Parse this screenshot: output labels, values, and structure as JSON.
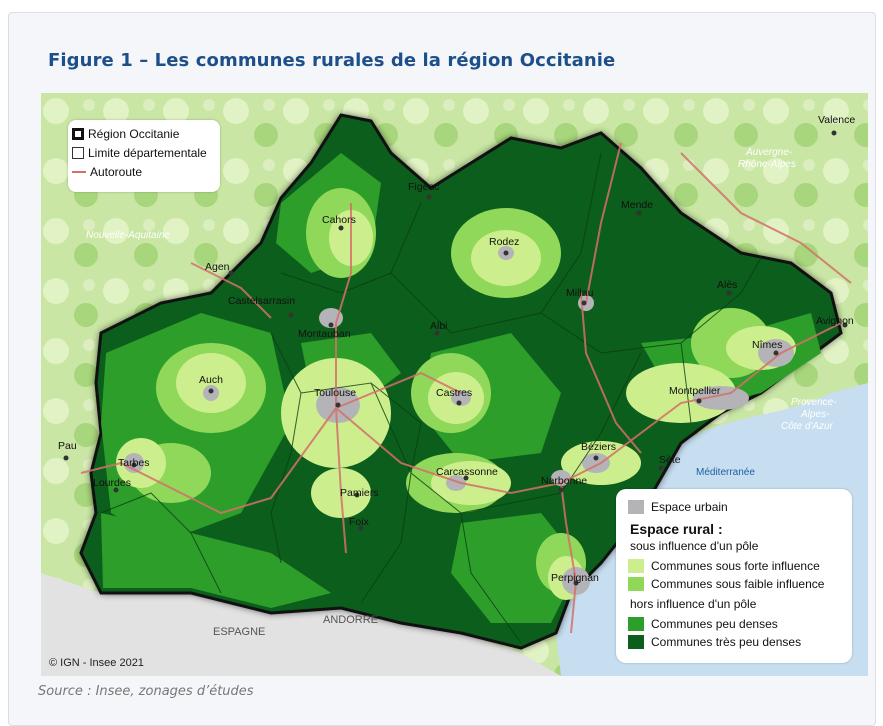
{
  "figure": {
    "title": "Figure 1 – Les communes rurales de la région Occitanie",
    "source": "Source : Insee, zonages d’études",
    "credit": "© IGN - Insee 2021"
  },
  "legend_top": {
    "items": [
      {
        "label": "Région Occitanie"
      },
      {
        "label": "Limite départementale"
      },
      {
        "label": "Autoroute"
      }
    ]
  },
  "legend_main": {
    "urban": "Espace urbain",
    "rural_head": "Espace rural :",
    "influence_sub": "sous influence d'un pôle",
    "strong": "Communes sous forte influence",
    "weak": "Communes sous faible influence",
    "out_sub": "hors influence d'un pôle",
    "dense": "Communes peu denses",
    "very_sparse": "Communes très peu denses"
  },
  "colors": {
    "urban": "#b4b4b8",
    "strong": "#cdee8c",
    "weak": "#8fd85a",
    "dense": "#2e9e2a",
    "very_sparse": "#0c5e1c",
    "outside": "#c9e6a4",
    "sea": "#c6def0",
    "border": "#111111",
    "motorway": "#d4706a"
  },
  "cities": [
    {
      "name": "Valence"
    },
    {
      "name": "Figeac"
    },
    {
      "name": "Mende"
    },
    {
      "name": "Cahors"
    },
    {
      "name": "Rodez"
    },
    {
      "name": "Agen"
    },
    {
      "name": "Castelsarrasin"
    },
    {
      "name": "Millau"
    },
    {
      "name": "Alès"
    },
    {
      "name": "Avignon"
    },
    {
      "name": "Montauban"
    },
    {
      "name": "Albi"
    },
    {
      "name": "Nîmes"
    },
    {
      "name": "Auch"
    },
    {
      "name": "Toulouse"
    },
    {
      "name": "Castres"
    },
    {
      "name": "Montpellier"
    },
    {
      "name": "Pau"
    },
    {
      "name": "Tarbes"
    },
    {
      "name": "Lourdes"
    },
    {
      "name": "Béziers"
    },
    {
      "name": "Sète"
    },
    {
      "name": "Carcassonne"
    },
    {
      "name": "Narbonne"
    },
    {
      "name": "Pamiers"
    },
    {
      "name": "Foix"
    },
    {
      "name": "Perpignan"
    }
  ],
  "regions": [
    {
      "name": "Nouvelle-Aquitaine"
    },
    {
      "name": "Auvergne-"
    },
    {
      "name": "Rhône-Alpes"
    },
    {
      "name": "Provence-"
    },
    {
      "name": "Alpes-"
    },
    {
      "name": "Côte d'Azur"
    }
  ],
  "sea": "Méditerranée",
  "countries": [
    {
      "name": "ESPAGNE"
    },
    {
      "name": "ANDORRE"
    }
  ]
}
